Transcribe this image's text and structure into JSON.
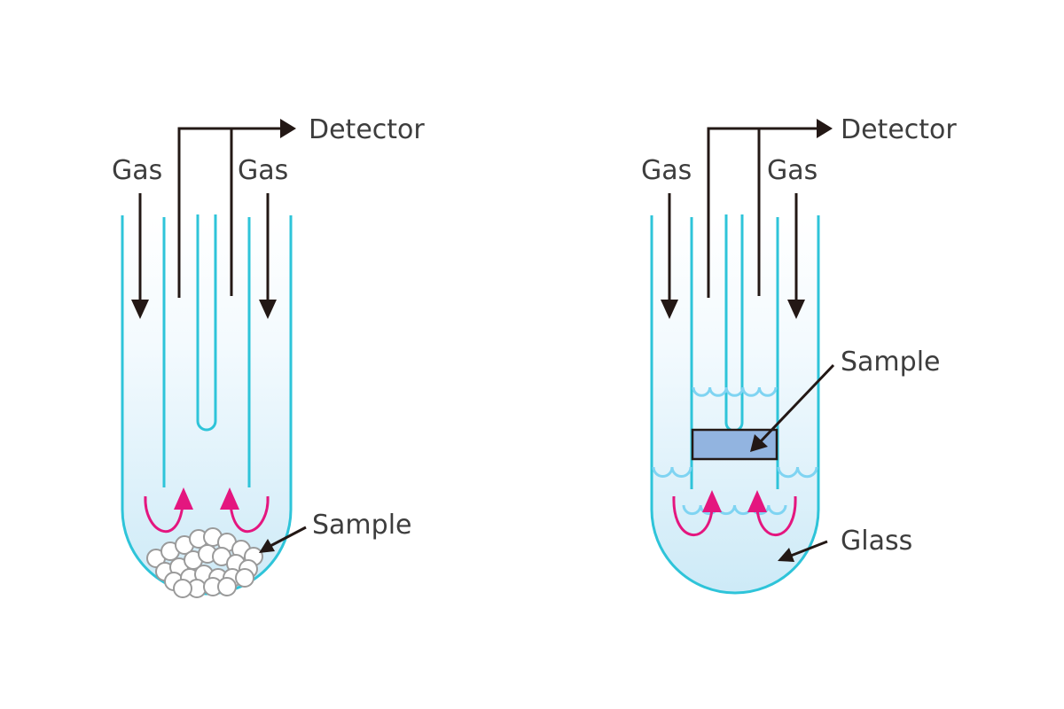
{
  "diagram": {
    "left": {
      "title": "powder-sample-setup",
      "labels": {
        "detector": "Detector",
        "gas_left": "Gas",
        "gas_right": "Gas",
        "sample": "Sample"
      }
    },
    "right": {
      "title": "film-sample-setup",
      "labels": {
        "detector": "Detector",
        "gas_left": "Gas",
        "gas_right": "Gas",
        "sample": "Sample",
        "glass": "Glass"
      }
    },
    "colors": {
      "glass_line": "#2ec4d9",
      "fill_top": "#ffffff",
      "fill_bottom": "#cdeaf7",
      "arrow": "#231815",
      "flow_arrow": "#e4167f",
      "bubble": "#7fd4f2",
      "sample_plate": "#92b4e0",
      "pellet_stroke": "#9a9a9a",
      "text": "#3d3d3d"
    }
  }
}
